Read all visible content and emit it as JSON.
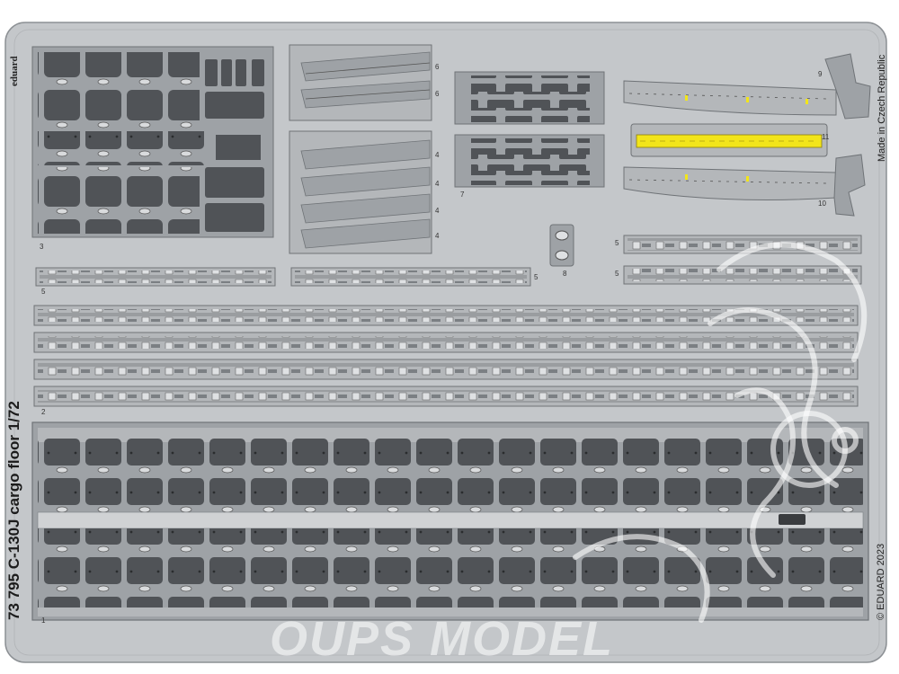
{
  "brand": "eduard",
  "set_title": "73 795  C-130J cargo floor   1/72",
  "origin": "Made in Czech Republic",
  "copyright": "© EDUARD 2023",
  "watermark": "OUPS MODEL",
  "part_numbers": [
    "1",
    "2",
    "3",
    "4",
    "4",
    "4",
    "4",
    "5",
    "5",
    "5",
    "5",
    "6",
    "6",
    "7",
    "8",
    "9",
    "10",
    "11"
  ],
  "colors": {
    "fret": "#c4c7ca",
    "panel": "#9ea2a6",
    "cell": "#505357",
    "highlight": "#f2e51b"
  }
}
